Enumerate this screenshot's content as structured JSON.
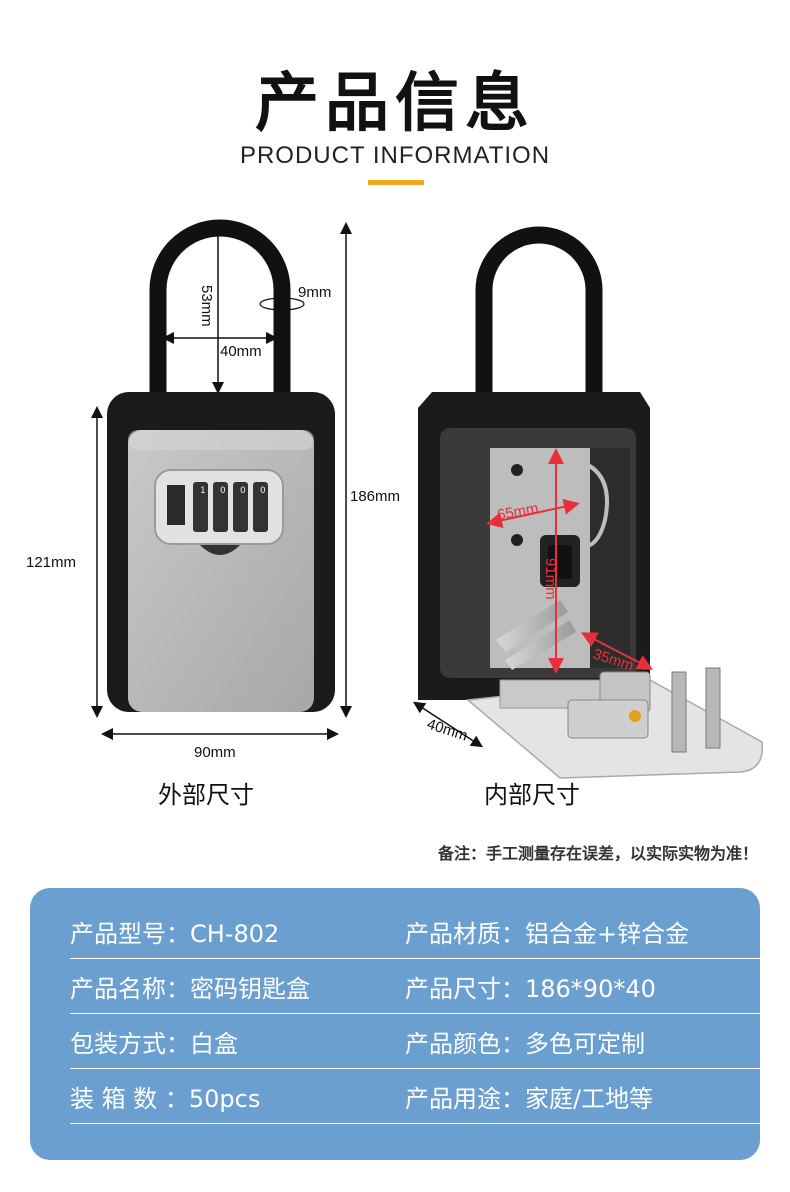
{
  "header": {
    "title_cn": "产品信息",
    "title_en": "PRODUCT INFORMATION",
    "accent_color": "#f2a81d"
  },
  "left_figure": {
    "caption": "外部尺寸",
    "dims": {
      "shackle_height": "53mm",
      "shackle_diameter": "9mm",
      "shackle_width": "40mm",
      "total_height": "186mm",
      "body_height": "121mm",
      "width": "90mm"
    },
    "dial_digits": [
      "1",
      "0",
      "0",
      "0"
    ]
  },
  "right_figure": {
    "caption": "内部尺寸",
    "dims": {
      "inner_width": "65mm",
      "inner_height": "91mm",
      "inner_depth": "35mm",
      "depth": "40mm"
    }
  },
  "note": "备注：手工测量存在误差，以实际实物为准！",
  "specs": {
    "panel_color": "#6a9fcf",
    "rows": [
      {
        "left": "产品型号：CH-802",
        "right": "产品材质：铝合金+锌合金"
      },
      {
        "left": "产品名称：密码钥匙盒",
        "right": "产品尺寸：186*90*40"
      },
      {
        "left": "包装方式：白盒",
        "right": "产品颜色：多色可定制"
      },
      {
        "left": "装 箱 数 ：50pcs",
        "right": "产品用途：家庭/工地等"
      }
    ]
  }
}
